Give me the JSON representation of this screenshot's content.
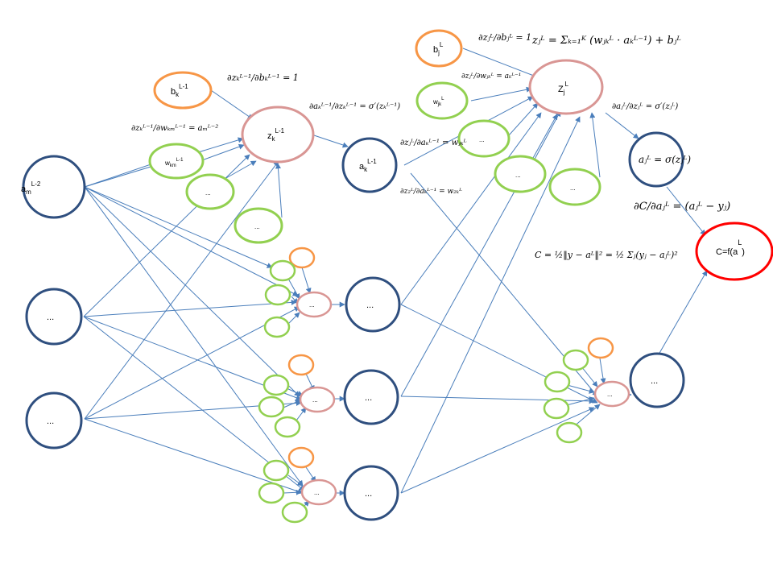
{
  "colors": {
    "edge": "#4a7ebb",
    "neuron": "#2f4f7f",
    "sum_node": "#d99694",
    "bias": "#f79646",
    "weight": "#92d050",
    "cost": "#ff0000"
  },
  "nodes": {
    "a_m": "a",
    "a_m_sub": "m",
    "a_m_sup": "L-2",
    "b_k": "b",
    "b_k_sub": "k",
    "b_k_sup": "L-1",
    "z_k": "z",
    "z_k_sub": "k",
    "z_k_sup": "L-1",
    "w_km": "w",
    "w_km_sub": "km",
    "w_km_sup": "L-1",
    "a_k": "a",
    "a_k_sub": "k",
    "a_k_sup": "L-1",
    "b_j": "b",
    "b_j_sub": "j",
    "b_j_sup": "L",
    "w_jk": "w",
    "w_jk_sub": "jk",
    "w_jk_sup": "L",
    "z_j": "Z",
    "z_j_sub": "j",
    "z_j_sup": "L",
    "cost": "C=f(a",
    "cost_sup": "L",
    "cost_close": ")",
    "ellipsis": "..."
  },
  "equations": {
    "dz_db_k": "∂zₖᴸ⁻¹/∂bₖᴸ⁻¹ = 1",
    "dz_dw_km": "∂zₖᴸ⁻¹/∂wₖₘᴸ⁻¹ = aₘᴸ⁻²",
    "da_dz_k": "∂aₖᴸ⁻¹/∂zₖᴸ⁻¹ = σ′(zₖᴸ⁻¹)",
    "dz_db_j": "∂zⱼᴸ/∂bⱼᴸ = 1",
    "z_j_def": "zⱼᴸ = Σₖ₌₁ᴷ (wⱼₖᴸ · aₖᴸ⁻¹) + bⱼᴸ",
    "dz_dw_jk": "∂zⱼᴸ/∂wⱼₖᴸ = aₖᴸ⁻¹",
    "dz_da_jk": "∂zⱼᴸ/∂aₖᴸ⁻¹ = wⱼₖᴸ",
    "dz_da_2k": "∂z₂ᴸ/∂aₖᴸ⁻¹ = w₂ₖᴸ",
    "da_dz_j": "∂aⱼᴸ/∂zⱼᴸ = σ′(zⱼᴸ)",
    "a_j_def": "aⱼᴸ = σ(zⱼᴸ)",
    "dC_da": "∂C/∂aⱼᴸ = (aⱼᴸ − yⱼ)",
    "cost_def": "C = ½‖y − aᴸ‖² = ½ Σⱼ(yⱼ − aⱼᴸ)²"
  }
}
